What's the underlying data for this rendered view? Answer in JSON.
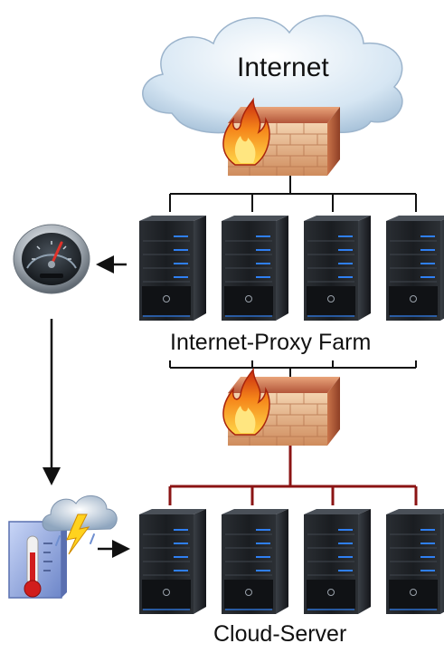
{
  "labels": {
    "internet": "Internet",
    "proxy_farm": "Internet-Proxy Farm",
    "cloud_server": "Cloud-Server"
  },
  "colors": {
    "cloud": "#d5e6f3",
    "firewall_brick": "#dba074",
    "flame": "#f08a10",
    "server_body": "#1f2226",
    "server_led": "#2d7cf0",
    "proxy_link": "#111111",
    "cloud_link": "#8b1414"
  },
  "icons": [
    "cloud-icon",
    "firewall-icon",
    "server-icon",
    "gauge-icon",
    "weather-thermometer-icon",
    "arrow-icon"
  ]
}
